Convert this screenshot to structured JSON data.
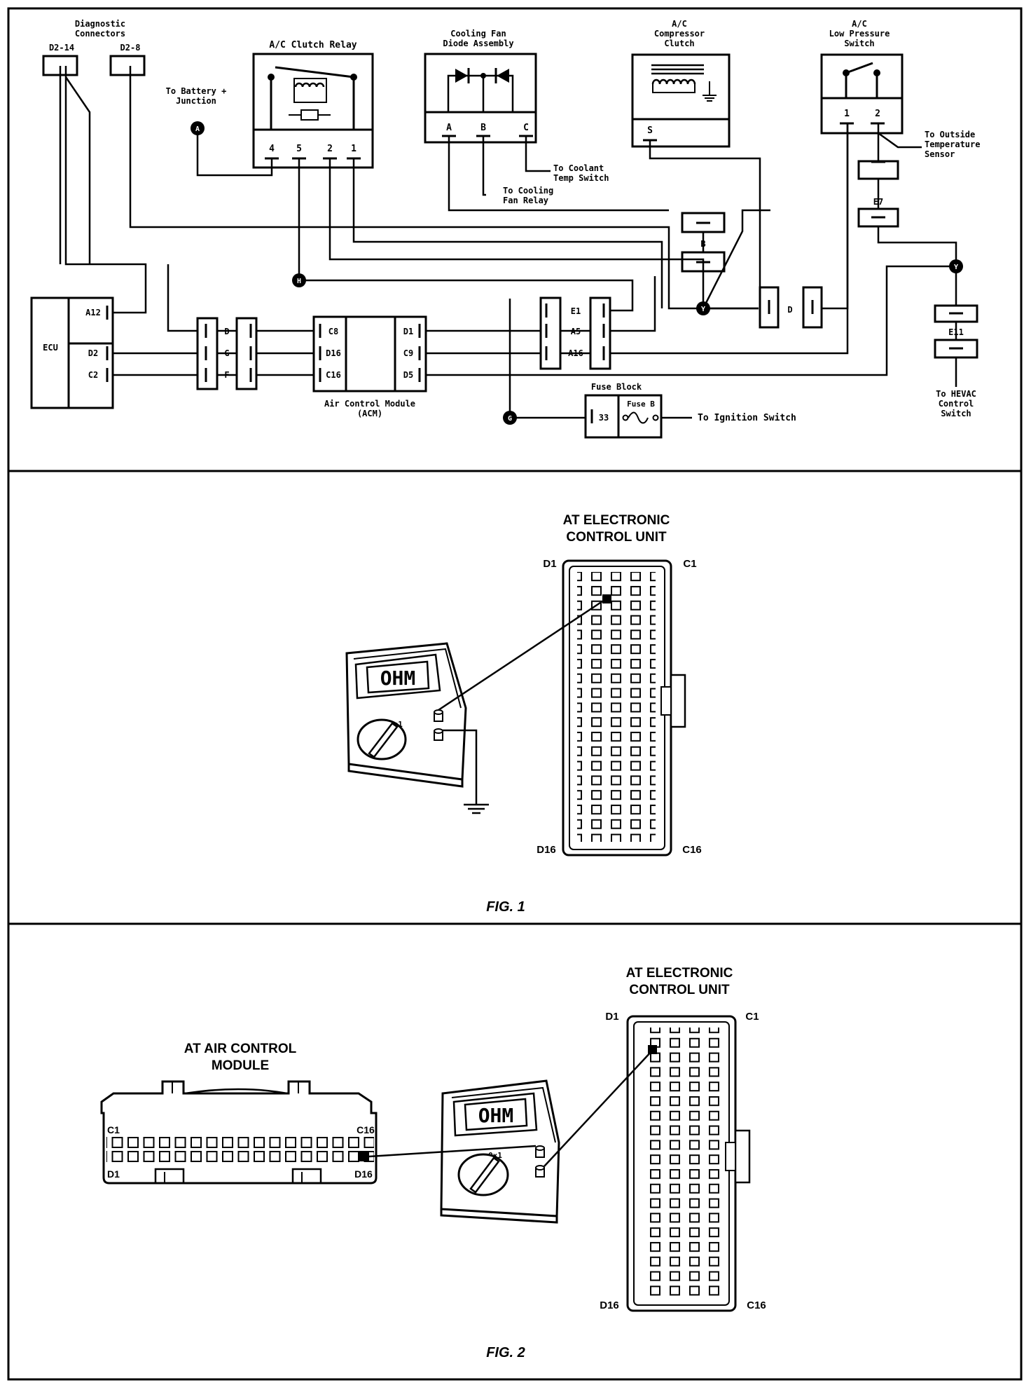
{
  "wiring": {
    "diag_title1": "Diagnostic",
    "diag_title2": "Connectors",
    "diag_pin1": "D2-14",
    "diag_pin2": "D2-8",
    "relay_title": "A/C Clutch Relay",
    "relay_pins": [
      "4",
      "5",
      "2",
      "1"
    ],
    "battery_label1": "To Battery +",
    "battery_label2": "Junction",
    "marker_a": "A",
    "marker_h": "H",
    "marker_g": "G",
    "marker_y": "Y",
    "fan_title1": "Cooling Fan",
    "fan_title2": "Diode Assembly",
    "fan_pins": [
      "A",
      "B",
      "C"
    ],
    "coolant1": "To Coolant",
    "coolant2": "Temp Switch",
    "cooling1": "To Cooling",
    "cooling2": "Fan Relay",
    "comp_title1": "A/C",
    "comp_title2": "Compressor",
    "comp_title3": "Clutch",
    "comp_pin": "S",
    "lps_title1": "A/C",
    "lps_title2": "Low Pressure",
    "lps_title3": "Switch",
    "lps_pins": [
      "1",
      "2"
    ],
    "outside1": "To Outside",
    "outside2": "Temperature",
    "outside3": "Sensor",
    "conn_e7": "E7",
    "conn_b": "B",
    "conn_d": "D",
    "conn_e11": "E11",
    "hevac1": "To HEVAC",
    "hevac2": "Control",
    "hevac3": "Switch",
    "ecu": "ECU",
    "ecu_pins": [
      "A12",
      "D2",
      "C2"
    ],
    "mid_pins": [
      "D",
      "G",
      "F"
    ],
    "acm_left": [
      "C8",
      "D16",
      "C16"
    ],
    "acm_right": [
      "D1",
      "C9",
      "D5"
    ],
    "acm_title1": "Air Control Module",
    "acm_title2": "(ACM)",
    "right_conn": [
      "E1",
      "A5",
      "A16"
    ],
    "fuse_title": "Fuse Block",
    "fuse_pin": "33",
    "fuse_name": "Fuse B",
    "ignition": "To Ignition Switch"
  },
  "fig1": {
    "title1": "AT  ELECTRONIC",
    "title2": "CONTROL  UNIT",
    "d1": "D1",
    "c1": "C1",
    "d16": "D16",
    "c16": "C16",
    "meter": "OHM",
    "range": "Ω×1",
    "caption": "FIG. 1"
  },
  "fig2": {
    "title1": "AT  ELECTRONIC",
    "title2": "CONTROL  UNIT",
    "d1": "D1",
    "c1": "C1",
    "d16": "D16",
    "c16": "C16",
    "acm1": "AT AIR CONTROL",
    "acm2": "MODULE",
    "acm_c1": "C1",
    "acm_c16": "C16",
    "acm_d1": "D1",
    "acm_d16": "D16",
    "meter": "OHM",
    "range": "Ω×1",
    "caption": "FIG. 2"
  }
}
